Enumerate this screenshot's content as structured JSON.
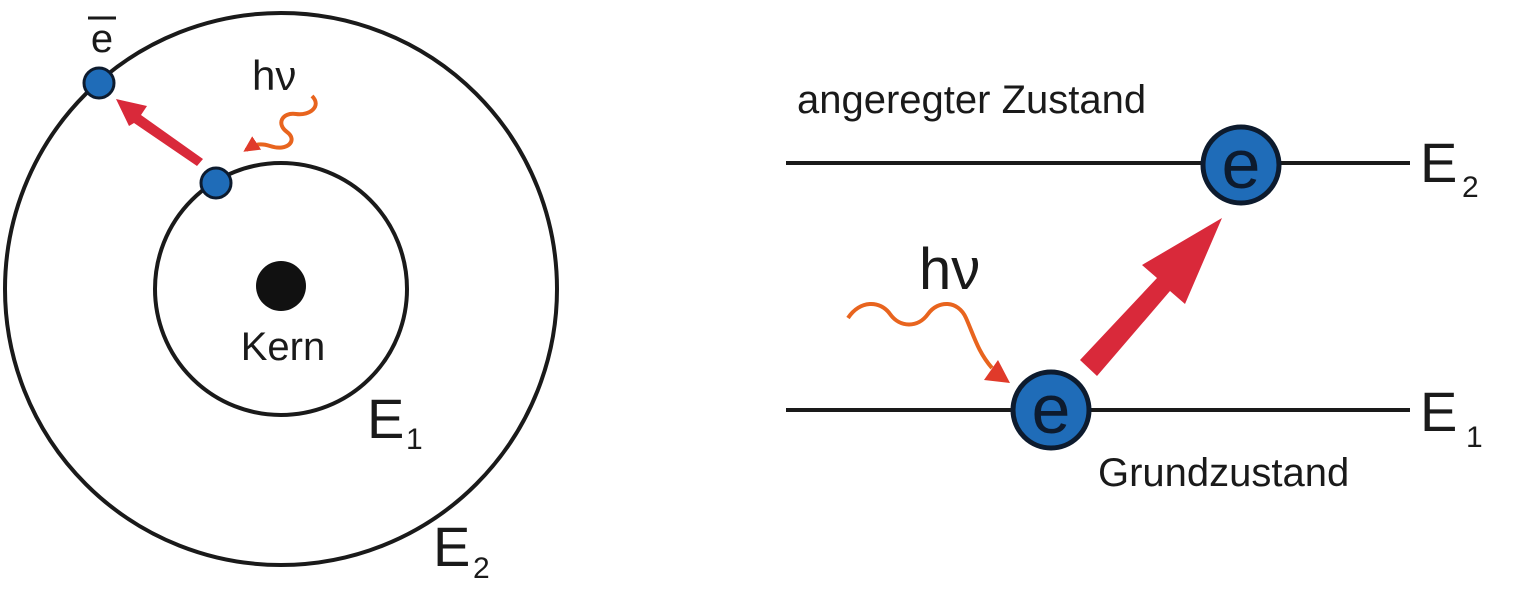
{
  "left_diagram": {
    "electron_label": "e",
    "photon_label": "hν",
    "nucleus_label": "Kern",
    "inner_orbit": {
      "letter": "E",
      "subscript": "1"
    },
    "outer_orbit": {
      "letter": "E",
      "subscript": "2"
    }
  },
  "right_diagram": {
    "excited_state_label": "angeregter Zustand",
    "ground_state_label": "Grundzustand",
    "photon_label": "hν",
    "electron_symbol": "e",
    "upper_level": {
      "letter": "E",
      "subscript": "2"
    },
    "lower_level": {
      "letter": "E",
      "subscript": "1"
    }
  },
  "colors": {
    "line": "#1a1a1a",
    "electron_fill": "#1f6cb8",
    "photon_wave": "#e8641e",
    "arrow_red": "#d9293a"
  }
}
